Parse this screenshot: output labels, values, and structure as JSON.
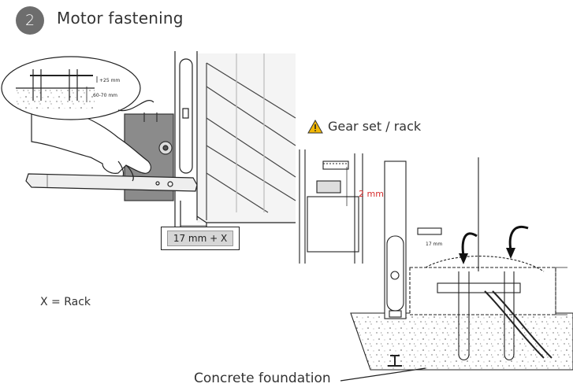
{
  "header": {
    "step_number": "2",
    "title": "Motor fastening"
  },
  "caution": {
    "icon": "warning-triangle-icon",
    "label": "Gear set / rack",
    "color": "#f2b705"
  },
  "left_diagram": {
    "measurement_box": "17 mm + X",
    "inset_dim_top": "+25 mm",
    "inset_dim_bottom": "60-70 mm"
  },
  "rack_note": "X = Rack",
  "right_diagram": {
    "gap_label": "2 mm",
    "gap_color": "#d62e2e",
    "small_dim": "17 mm"
  },
  "foundation_label": "Concrete foundation"
}
